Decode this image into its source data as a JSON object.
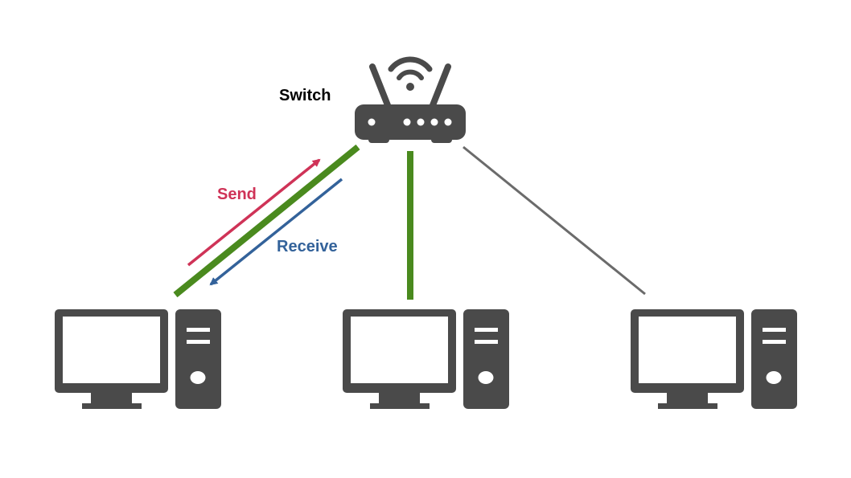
{
  "labels": {
    "switch": "Switch",
    "send": "Send",
    "receive": "Receive"
  },
  "colors": {
    "device": "#4a4a4a",
    "active_link": "#4a8a1e",
    "inactive_link": "#6b6b6b",
    "send": "#cf3357",
    "receive": "#33629a",
    "switch_label": "#000000"
  },
  "icons": {
    "switch": "wifi-router-icon",
    "computer": "desktop-computer-icon"
  },
  "links": [
    {
      "to": "computer-1",
      "status": "active",
      "traffic": [
        "send",
        "receive"
      ]
    },
    {
      "to": "computer-2",
      "status": "active"
    },
    {
      "to": "computer-3",
      "status": "inactive"
    }
  ]
}
